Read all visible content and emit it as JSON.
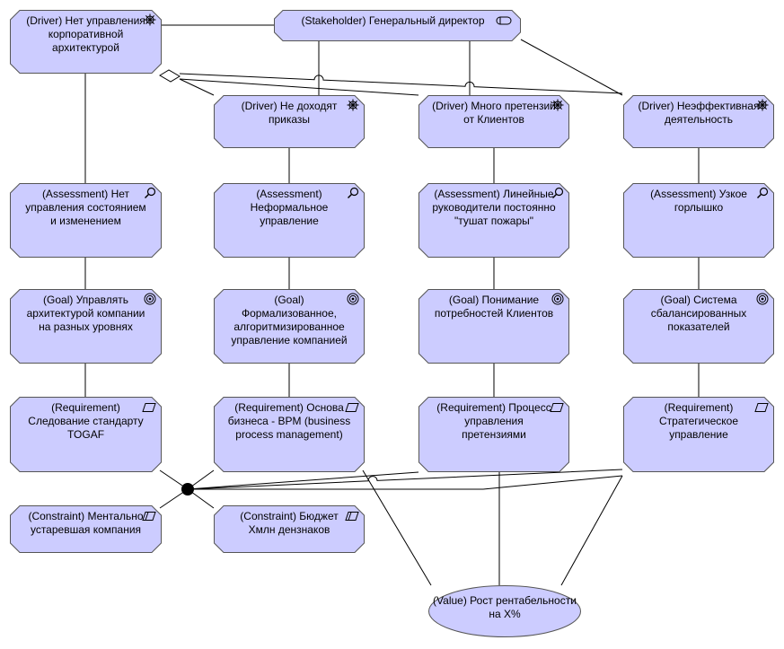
{
  "colors": {
    "fill": "#ccccff",
    "stroke": "#555555",
    "line": "#000000"
  },
  "elements": [
    {
      "id": "drv1",
      "type": "driver",
      "icon": "wheel-icon",
      "label": "(Driver) Нет управления корпоративной архитектурой"
    },
    {
      "id": "stk1",
      "type": "stakeholder",
      "icon": "stakeholder-icon",
      "label": "(Stakeholder) Генеральный директор"
    },
    {
      "id": "drv2",
      "type": "driver",
      "icon": "wheel-icon",
      "label": "(Driver) Не доходят приказы"
    },
    {
      "id": "drv3",
      "type": "driver",
      "icon": "wheel-icon",
      "label": "(Driver) Много претензий от Клиентов"
    },
    {
      "id": "drv4",
      "type": "driver",
      "icon": "wheel-icon",
      "label": "(Driver) Неэффективная деятельность"
    },
    {
      "id": "as1",
      "type": "assessment",
      "icon": "magnifier-icon",
      "label": "(Assessment) Нет управления состоянием и изменением"
    },
    {
      "id": "as2",
      "type": "assessment",
      "icon": "magnifier-icon",
      "label": "(Assessment) Неформальное управление"
    },
    {
      "id": "as3",
      "type": "assessment",
      "icon": "magnifier-icon",
      "label": "(Assessment) Линейные руководители постоянно \"тушат пожары\""
    },
    {
      "id": "as4",
      "type": "assessment",
      "icon": "magnifier-icon",
      "label": "(Assessment) Узкое горлышко"
    },
    {
      "id": "g1",
      "type": "goal",
      "icon": "target-icon",
      "label": "(Goal) Управлять архитектурой компании на разных уровнях"
    },
    {
      "id": "g2",
      "type": "goal",
      "icon": "target-icon",
      "label": "(Goal) Формализованное, алгоритмизированное управление компанией"
    },
    {
      "id": "g3",
      "type": "goal",
      "icon": "target-icon",
      "label": "(Goal) Понимание потребностей Клиентов"
    },
    {
      "id": "g4",
      "type": "goal",
      "icon": "target-icon",
      "label": "(Goal) Система сбалансированных показателей"
    },
    {
      "id": "r1",
      "type": "requirement",
      "icon": "parallelogram-icon",
      "label": "(Requirement) Следование стандарту TOGAF"
    },
    {
      "id": "r2",
      "type": "requirement",
      "icon": "parallelogram-icon",
      "label": "(Requirement) Основа бизнеса - BPM (business process management)"
    },
    {
      "id": "r3",
      "type": "requirement",
      "icon": "parallelogram-icon",
      "label": "(Requirement) Процесс управления претензиями"
    },
    {
      "id": "r4",
      "type": "requirement",
      "icon": "parallelogram-icon",
      "label": "(Requirement) Стратегическое управление"
    },
    {
      "id": "c1",
      "type": "constraint",
      "icon": "constraint-icon",
      "label": "(Constraint) Ментально устаревшая компания"
    },
    {
      "id": "c2",
      "type": "constraint",
      "icon": "constraint-icon",
      "label": "(Constraint) Бюджет Хмлн дензнаков"
    },
    {
      "id": "val1",
      "type": "value",
      "icon": "",
      "label": "(Value) Рост рентабельности на Х%"
    }
  ]
}
